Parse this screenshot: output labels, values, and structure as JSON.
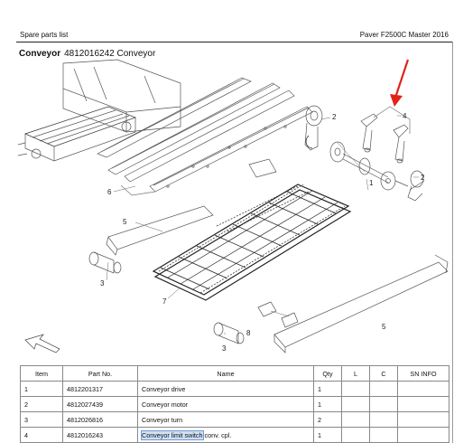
{
  "header": {
    "left": "Spare parts list",
    "right": "Paver F2500C Master 2016"
  },
  "title": {
    "bold": "Conveyor",
    "rest": "4812016242 Conveyor"
  },
  "callouts": [
    "1",
    "2",
    "3",
    "4",
    "5",
    "6",
    "7",
    "8"
  ],
  "annotation_color": "#e0241b",
  "table": {
    "headers": [
      "Item",
      "Part No.",
      "Name",
      "Qty",
      "L",
      "C",
      "SN INFO"
    ],
    "rows": [
      {
        "item": "1",
        "part": "4812201317",
        "name": "Conveyor drive",
        "qty": "1"
      },
      {
        "item": "2",
        "part": "4812027439",
        "name": "Conveyor motor",
        "qty": "1"
      },
      {
        "item": "3",
        "part": "4812026816",
        "name": "Conveyor turn",
        "qty": "2"
      },
      {
        "item": "4",
        "part": "4812016243",
        "name_highlight": "Conveyor limit switch",
        "name_rest": " conv. cpl.",
        "qty": "1"
      }
    ]
  }
}
